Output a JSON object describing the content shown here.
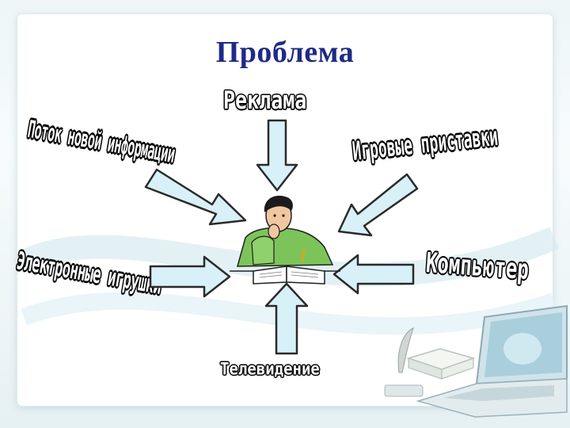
{
  "slide": {
    "title": "Проблема"
  },
  "labels": {
    "top": "Реклама",
    "top_left": "Поток новой информации",
    "top_right": "Игровые приставки",
    "mid_left": "Электронные игрушки",
    "mid_right": "Компьютер",
    "bottom": "Телевидение"
  },
  "colors": {
    "title": "#1e2a86",
    "arrow_fill": "#d8f0f7",
    "arrow_stroke": "#2a2a2a"
  },
  "icons": {
    "center": "student-reading-icon",
    "decoration": "laptop-and-books-icon"
  }
}
